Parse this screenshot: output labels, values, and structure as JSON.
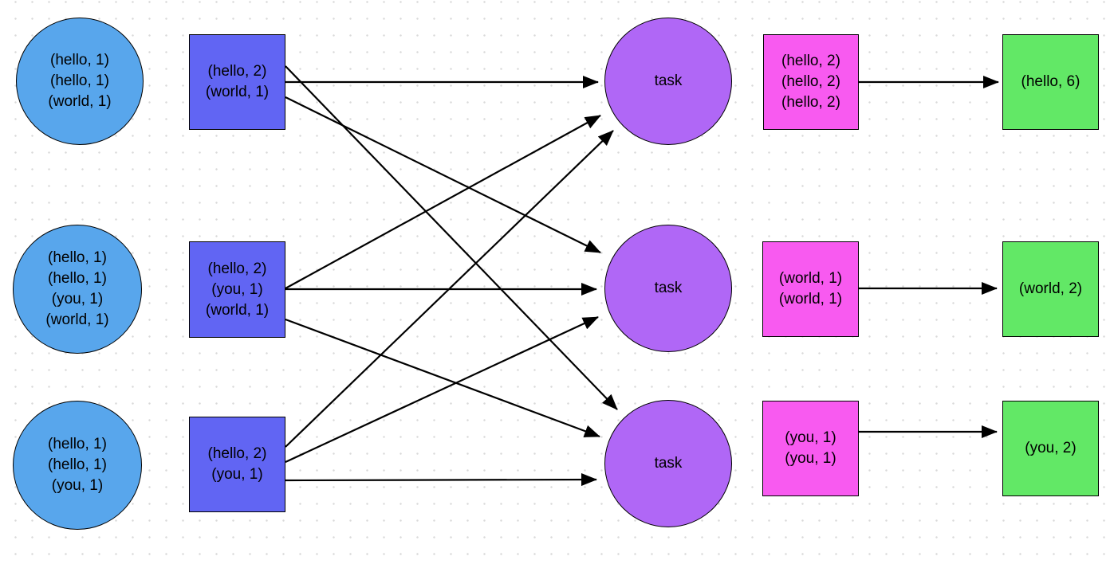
{
  "diagram": {
    "kind": "mapreduce-word-count-shuffle",
    "columns": {
      "inputs": [
        {
          "id": "input-1",
          "shape": "circle",
          "label": "(hello, 1)\n(hello, 1)\n(world, 1)"
        },
        {
          "id": "input-2",
          "shape": "circle",
          "label": "(hello, 1)\n(hello, 1)\n(you, 1)\n(world, 1)"
        },
        {
          "id": "input-3",
          "shape": "circle",
          "label": "(hello, 1)\n(hello, 1)\n(you, 1)"
        }
      ],
      "map_outputs": [
        {
          "id": "map-1",
          "shape": "square",
          "label": "(hello, 2)\n(world, 1)"
        },
        {
          "id": "map-2",
          "shape": "square",
          "label": "(hello, 2)\n(you, 1)\n(world, 1)"
        },
        {
          "id": "map-3",
          "shape": "square",
          "label": "(hello, 2)\n(you, 1)"
        }
      ],
      "tasks": [
        {
          "id": "task-1",
          "shape": "circle",
          "label": "task"
        },
        {
          "id": "task-2",
          "shape": "circle",
          "label": "task"
        },
        {
          "id": "task-3",
          "shape": "circle",
          "label": "task"
        }
      ],
      "grouped": [
        {
          "id": "group-1",
          "shape": "square",
          "label": "(hello, 2)\n(hello, 2)\n(hello, 2)"
        },
        {
          "id": "group-2",
          "shape": "square",
          "label": "(world, 1)\n(world, 1)"
        },
        {
          "id": "group-3",
          "shape": "square",
          "label": "(you, 1)\n(you, 1)"
        }
      ],
      "results": [
        {
          "id": "result-1",
          "shape": "square",
          "label": "(hello, 6)"
        },
        {
          "id": "result-2",
          "shape": "square",
          "label": "(world, 2)"
        },
        {
          "id": "result-3",
          "shape": "square",
          "label": "(you, 2)"
        }
      ]
    },
    "edges": [
      {
        "from": "map-1",
        "to": "task-1"
      },
      {
        "from": "map-1",
        "to": "task-2"
      },
      {
        "from": "map-1",
        "to": "task-3"
      },
      {
        "from": "map-2",
        "to": "task-1"
      },
      {
        "from": "map-2",
        "to": "task-2"
      },
      {
        "from": "map-2",
        "to": "task-3"
      },
      {
        "from": "map-3",
        "to": "task-1"
      },
      {
        "from": "map-3",
        "to": "task-2"
      },
      {
        "from": "map-3",
        "to": "task-3"
      },
      {
        "from": "group-1",
        "to": "result-1"
      },
      {
        "from": "group-2",
        "to": "result-2"
      },
      {
        "from": "group-3",
        "to": "result-3"
      }
    ],
    "palette": {
      "input_circle_fill": "#58a6ec",
      "map_box_fill": "#6165f3",
      "task_circle_fill": "#b067f6",
      "grouped_box_fill": "#f85af0",
      "result_box_fill": "#62e866",
      "outline": "#000000",
      "arrow": "#000000",
      "background": "#ffffff",
      "grid_dot": "#d9d9d9"
    }
  }
}
